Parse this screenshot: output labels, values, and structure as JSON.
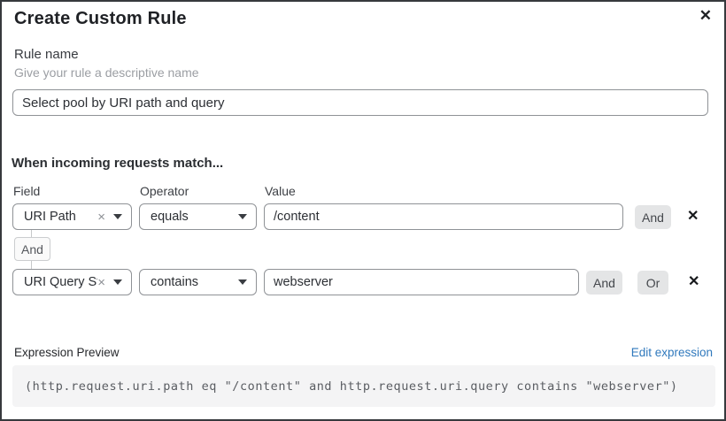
{
  "dialog": {
    "title": "Create Custom Rule"
  },
  "icons": {
    "close": "✕",
    "remove_row": "✕",
    "clear_selection": "×",
    "caret_down": "css-triangle-down"
  },
  "rule_name": {
    "label": "Rule name",
    "helper": "Give your rule a descriptive name",
    "value": "Select pool by URI path and query"
  },
  "matcher": {
    "heading": "When incoming requests match...",
    "columns": {
      "field": "Field",
      "operator": "Operator",
      "value": "Value"
    },
    "connector_label": "And",
    "rows": [
      {
        "field": "URI Path",
        "operator": "equals",
        "value": "/content",
        "and_label": "And"
      },
      {
        "field": "URI Query St...",
        "operator": "contains",
        "value": "webserver",
        "and_label": "And",
        "or_label": "Or"
      }
    ]
  },
  "expression": {
    "label": "Expression Preview",
    "edit_link": "Edit expression",
    "code": "(http.request.uri.path eq \"/content\" and http.request.uri.query contains \"webserver\")"
  },
  "colors": {
    "link_blue": "#3079bd",
    "button_gray": "#e4e5e6",
    "input_border": "#8f9296",
    "dialog_border": "#36393d",
    "code_background": "#f4f4f5"
  }
}
